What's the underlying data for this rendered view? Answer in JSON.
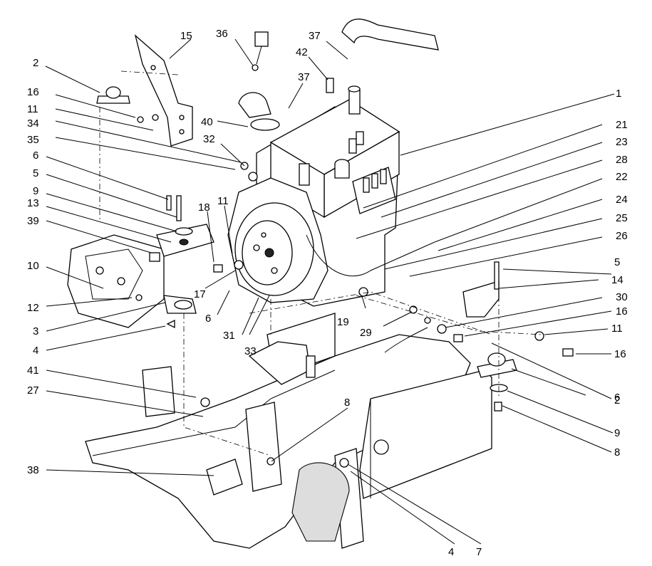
{
  "diagram": {
    "callouts": [
      {
        "id": "c1",
        "label": "1"
      },
      {
        "id": "c2a",
        "label": "2"
      },
      {
        "id": "c2b",
        "label": "2"
      },
      {
        "id": "c3",
        "label": "3"
      },
      {
        "id": "c4a",
        "label": "4"
      },
      {
        "id": "c4b",
        "label": "4"
      },
      {
        "id": "c5a",
        "label": "5"
      },
      {
        "id": "c5b",
        "label": "5"
      },
      {
        "id": "c6a",
        "label": "6"
      },
      {
        "id": "c6b",
        "label": "6"
      },
      {
        "id": "c6c",
        "label": "6"
      },
      {
        "id": "c7",
        "label": "7"
      },
      {
        "id": "c8a",
        "label": "8"
      },
      {
        "id": "c8b",
        "label": "8"
      },
      {
        "id": "c9a",
        "label": "9"
      },
      {
        "id": "c9b",
        "label": "9"
      },
      {
        "id": "c10",
        "label": "10"
      },
      {
        "id": "c11a",
        "label": "11"
      },
      {
        "id": "c11b",
        "label": "11"
      },
      {
        "id": "c11c",
        "label": "11"
      },
      {
        "id": "c12",
        "label": "12"
      },
      {
        "id": "c13",
        "label": "13"
      },
      {
        "id": "c14",
        "label": "14"
      },
      {
        "id": "c15",
        "label": "15"
      },
      {
        "id": "c16a",
        "label": "16"
      },
      {
        "id": "c16b",
        "label": "16"
      },
      {
        "id": "c16c",
        "label": "16"
      },
      {
        "id": "c17",
        "label": "17"
      },
      {
        "id": "c18",
        "label": "18"
      },
      {
        "id": "c19",
        "label": "19"
      },
      {
        "id": "c21",
        "label": "21"
      },
      {
        "id": "c22",
        "label": "22"
      },
      {
        "id": "c23",
        "label": "23"
      },
      {
        "id": "c24",
        "label": "24"
      },
      {
        "id": "c25",
        "label": "25"
      },
      {
        "id": "c26",
        "label": "26"
      },
      {
        "id": "c27",
        "label": "27"
      },
      {
        "id": "c28",
        "label": "28"
      },
      {
        "id": "c29",
        "label": "29"
      },
      {
        "id": "c30",
        "label": "30"
      },
      {
        "id": "c31",
        "label": "31"
      },
      {
        "id": "c32",
        "label": "32"
      },
      {
        "id": "c33",
        "label": "33"
      },
      {
        "id": "c34",
        "label": "34"
      },
      {
        "id": "c35",
        "label": "35"
      },
      {
        "id": "c36",
        "label": "36"
      },
      {
        "id": "c37a",
        "label": "37"
      },
      {
        "id": "c37b",
        "label": "37"
      },
      {
        "id": "c38",
        "label": "38"
      },
      {
        "id": "c39",
        "label": "39"
      },
      {
        "id": "c40",
        "label": "40"
      },
      {
        "id": "c41",
        "label": "41"
      },
      {
        "id": "c42",
        "label": "42"
      }
    ]
  }
}
